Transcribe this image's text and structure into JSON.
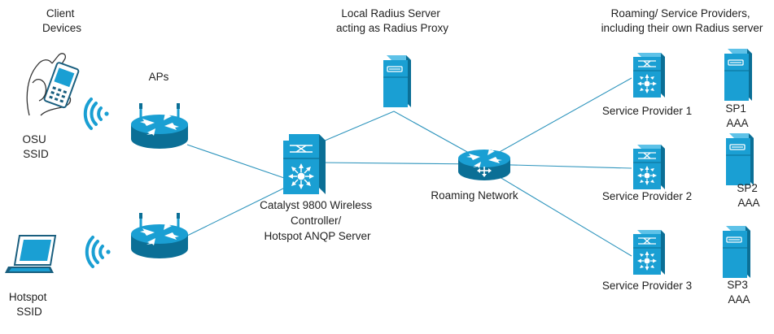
{
  "labels": {
    "client_devices": [
      "Client",
      "Devices"
    ],
    "aps": "APs",
    "osu_ssid": [
      "OSU",
      "SSID"
    ],
    "hotspot_ssid": [
      "Hotspot",
      "SSID"
    ],
    "radius": [
      "Local Radius Server",
      "acting as Radius Proxy"
    ],
    "roaming_header": [
      "Roaming/ Service Providers,",
      "including their own Radius server"
    ],
    "wlc": [
      "Catalyst 9800 Wireless",
      "Controller/",
      "Hotspot ANQP Server"
    ],
    "roaming_network": "Roaming Network",
    "sp1": "Service Provider 1",
    "sp2": "Service Provider 2",
    "sp3": "Service Provider 3",
    "sp1_aaa": [
      "SP1",
      "AAA"
    ],
    "sp2_aaa": [
      "SP2",
      "AAA"
    ],
    "sp3_aaa": [
      "SP3",
      "AAA"
    ]
  },
  "colors": {
    "device_blue": "#1a9fd3",
    "device_dark": "#0b6f96",
    "link_line": "#2f95bd",
    "text": "#1f1f1f"
  },
  "icons": {
    "client_phone": "handheld-device-icon",
    "client_laptop": "laptop-icon",
    "wireless": "wifi-waves-icon",
    "access_point": "wireless-router-icon",
    "wlc": "layer3-switch-icon",
    "server": "server-tower-icon",
    "router": "router-icon"
  }
}
